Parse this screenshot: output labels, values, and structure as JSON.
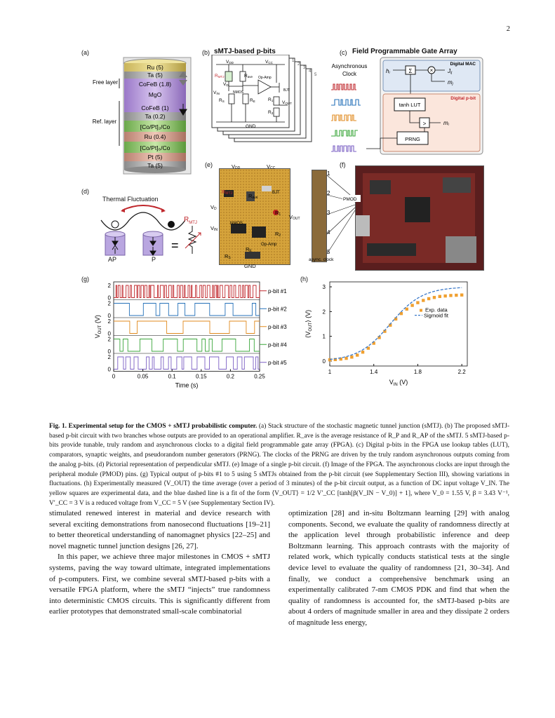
{
  "page_number": "2",
  "panels": {
    "a": {
      "label": "(a)",
      "layers": [
        "Ru (5)",
        "Ta (5)",
        "CoFeB (1.8)",
        "MgO",
        "CoFeB (1)",
        "Ta (0.2)",
        "[Co/Pt]₂/Co",
        "Ru (0.4)",
        "[Co/Pt]₆/Co",
        "Pt (5)",
        "Ta (5)"
      ],
      "free_label": "Free layer",
      "ref_label": "Ref. layer"
    },
    "b": {
      "label": "(b)",
      "title": "sMTJ-based p-bits",
      "stack_numbers": [
        "1",
        "2",
        "3",
        "4",
        "5"
      ],
      "labels": {
        "vdd": "V",
        "vdd_sub": "DD",
        "vcc": "V",
        "vcc_sub": "CC",
        "rmtj": "R",
        "rmtj_sub": "MTJ",
        "rave": "R",
        "rave_sub": "ave",
        "opamp": "Op-Amp",
        "vd": "V",
        "vd_sub": "D",
        "vin": "V",
        "vin_sub": "IN",
        "nmos": "NMOS",
        "bjt": "BJT",
        "r1": "R",
        "r1_sub": "1",
        "r2": "R",
        "r2_sub": "2",
        "rs": "R",
        "rs_sub": "S",
        "re": "R",
        "re_sub": "E",
        "vout": "V",
        "vout_sub": "OUT",
        "gnd": "GND"
      }
    },
    "c": {
      "label": "(c)",
      "title": "Field Programmable Gate Array",
      "async_clock": "Asynchronous Clock",
      "digital_mac": "Digital MAC",
      "hi": "h",
      "hi_sub": "i",
      "sum": "Σ",
      "jij": "J",
      "jij_sub": "ij",
      "mj": "m",
      "mj_sub": "j",
      "digital_pbit": "Digital p-bit",
      "lut": "tanh LUT",
      "gt": ">",
      "mi": "m",
      "mi_sub": "i",
      "prng": "PRNG"
    },
    "d": {
      "label": "(d)",
      "title": "Thermal Fluctuation",
      "rmtj": "R",
      "rmtj_sub": "MTJ",
      "ap": "AP",
      "p": "P"
    },
    "e": {
      "label": "(e)",
      "labels": {
        "vdd": "V",
        "vdd_sub": "DD",
        "vcc": "V",
        "vcc_sub": "CC",
        "rmtj": "R",
        "rmtj_sub": "MTJ",
        "rave": "R",
        "rave_sub": "ave",
        "bjt": "BJT",
        "vd": "V",
        "vd_sub": "D",
        "r1": "R",
        "r1_sub": "1",
        "vout": "V",
        "vout_sub": "OUT",
        "vin": "V",
        "vin_sub": "IN",
        "nmos": "NMOS",
        "r2": "R",
        "r2_sub": "2",
        "opamp": "Op-Amp",
        "re": "R",
        "re_sub": "E",
        "rs": "R",
        "rs_sub": "S",
        "gnd": "GND"
      }
    },
    "f": {
      "label": "(f)",
      "numbers": [
        "1",
        "2",
        "3",
        "4",
        "5"
      ],
      "pmod": "PMOD",
      "async": "async. clock"
    }
  },
  "chart_data": [
    {
      "type": "line",
      "panel": "(g)",
      "xlabel": "Time (s)",
      "ylabel": "V",
      "ylabel_sub": "OUT",
      "ylabel_unit": "(V)",
      "xlim": [
        0,
        0.25
      ],
      "xticks": [
        "0",
        "0.05",
        "0.1",
        "0.15",
        "0.2",
        "0.25"
      ],
      "yticks": [
        "0",
        "2"
      ],
      "series": [
        {
          "name": "p-bit #1",
          "color": "#c0282d",
          "period_s": 0.0035
        },
        {
          "name": "p-bit #2",
          "color": "#2470b8",
          "period_s": 0.02
        },
        {
          "name": "p-bit #3",
          "color": "#e08a1e",
          "period_s": 0.03
        },
        {
          "name": "p-bit #4",
          "color": "#3aa63a",
          "period_s": 0.016
        },
        {
          "name": "p-bit #5",
          "color": "#7b5fc4",
          "period_s": 0.01
        }
      ]
    },
    {
      "type": "scatter",
      "panel": "(h)",
      "xlabel": "V",
      "xlabel_sub": "IN",
      "xlabel_unit": "(V)",
      "ylabel": "⟨V",
      "ylabel_sub": "OUT",
      "ylabel_unit": "⟩ (V)",
      "xlim": [
        1.0,
        2.25
      ],
      "ylim": [
        -0.2,
        3.2
      ],
      "xticks": [
        1,
        1.4,
        1.8,
        2.2
      ],
      "yticks": [
        0,
        1,
        2,
        3
      ],
      "series": [
        {
          "name": "Exp. data",
          "color": "#f0a030",
          "x": [
            1.0,
            1.05,
            1.1,
            1.15,
            1.2,
            1.25,
            1.3,
            1.35,
            1.4,
            1.45,
            1.5,
            1.55,
            1.6,
            1.65,
            1.7,
            1.75,
            1.8,
            1.85,
            1.9,
            1.95,
            2.0,
            2.05,
            2.1,
            2.15,
            2.2
          ],
          "y": [
            0.05,
            0.06,
            0.08,
            0.11,
            0.16,
            0.24,
            0.36,
            0.52,
            0.72,
            0.95,
            1.2,
            1.45,
            1.7,
            1.92,
            2.1,
            2.25,
            2.36,
            2.45,
            2.52,
            2.57,
            2.61,
            2.63,
            2.65,
            2.66,
            2.67
          ]
        },
        {
          "name": "Sigmoid fit",
          "color": "#3a78c8",
          "V0": 1.55,
          "beta": 3.43,
          "Vcc_prime": 3
        }
      ]
    }
  ],
  "caption": {
    "lead": "Fig. 1. Experimental setup for the CMOS + sMTJ probabilistic computer.",
    "body": " (a) Stack structure of the stochastic magnetic tunnel junction (sMTJ). (b) The proposed sMTJ-based p-bit circuit with two branches whose outputs are provided to an operational amplifier. R_ave is the average resistance of R_P and R_AP of the sMTJ. 5 sMTJ-based p-bits provide tunable, truly random and asynchronous clocks to a digital field programmable gate array (FPGA). (c) Digital p-bits in the FPGA use lookup tables (LUT), comparators, synaptic weights, and pseudorandom number generators (PRNG). The clocks of the PRNG are driven by the truly random asynchronous outputs coming from the analog p-bits. (d) Pictorial representation of perpendicular sMTJ. (e) Image of a single p-bit circuit. (f) Image of the FPGA. The asynchronous clocks are input through the peripheral module (PMOD) pins. (g) Typical output of p-bits #1 to 5 using 5 sMTJs obtained from the p-bit circuit (see Supplementary Section III), showing variations in fluctuations. (h) Experimentally measured ⟨V_OUT⟩ the time average (over a period of 3 minutes) of the p-bit circuit output, as a function of DC input voltage V_IN. The yellow squares are experimental data, and the blue dashed line is a fit of the form ⟨V_OUT⟩ = 1/2 V′_CC [tanh[β(V_IN − V_0)] + 1], where V_0 = 1.55 V, β = 3.43 V⁻¹, V′_CC = 3 V is a reduced voltage from V_CC = 5 V (see Supplementary Section IV)."
  },
  "body_left": [
    "stimulated renewed interest in material and device research with several exciting demonstrations from nanosecond fluctuations [19–21] to better theoretical understanding of nanomagnet physics [22–25] and novel magnetic tunnel junction designs [26, 27].",
    "In this paper, we achieve three major milestones in CMOS + sMTJ systems, paving the way toward ultimate, integrated implementations of p-computers. First, we combine several sMTJ-based p-bits with a versatile FPGA platform, where the sMTJ “injects” true randomness into deterministic CMOS circuits. This is significantly different from earlier prototypes that demonstrated small-scale combinatorial"
  ],
  "body_right": [
    "optimization [28] and in-situ Boltzmann learning [29] with analog components. Second, we evaluate the quality of randomness directly at the application level through probabilistic inference and deep Boltzmann learning. This approach contrasts with the majority of related work, which typically conducts statistical tests at the single device level to evaluate the quality of randomness [21, 30–34]. And finally, we conduct a comprehensive benchmark using an experimentally calibrated 7-nm CMOS PDK and find that when the quality of randomness is accounted for, the sMTJ-based p-bits are about 4 orders of magnitude smaller in area and they dissipate 2 orders of magnitude less energy,"
  ]
}
